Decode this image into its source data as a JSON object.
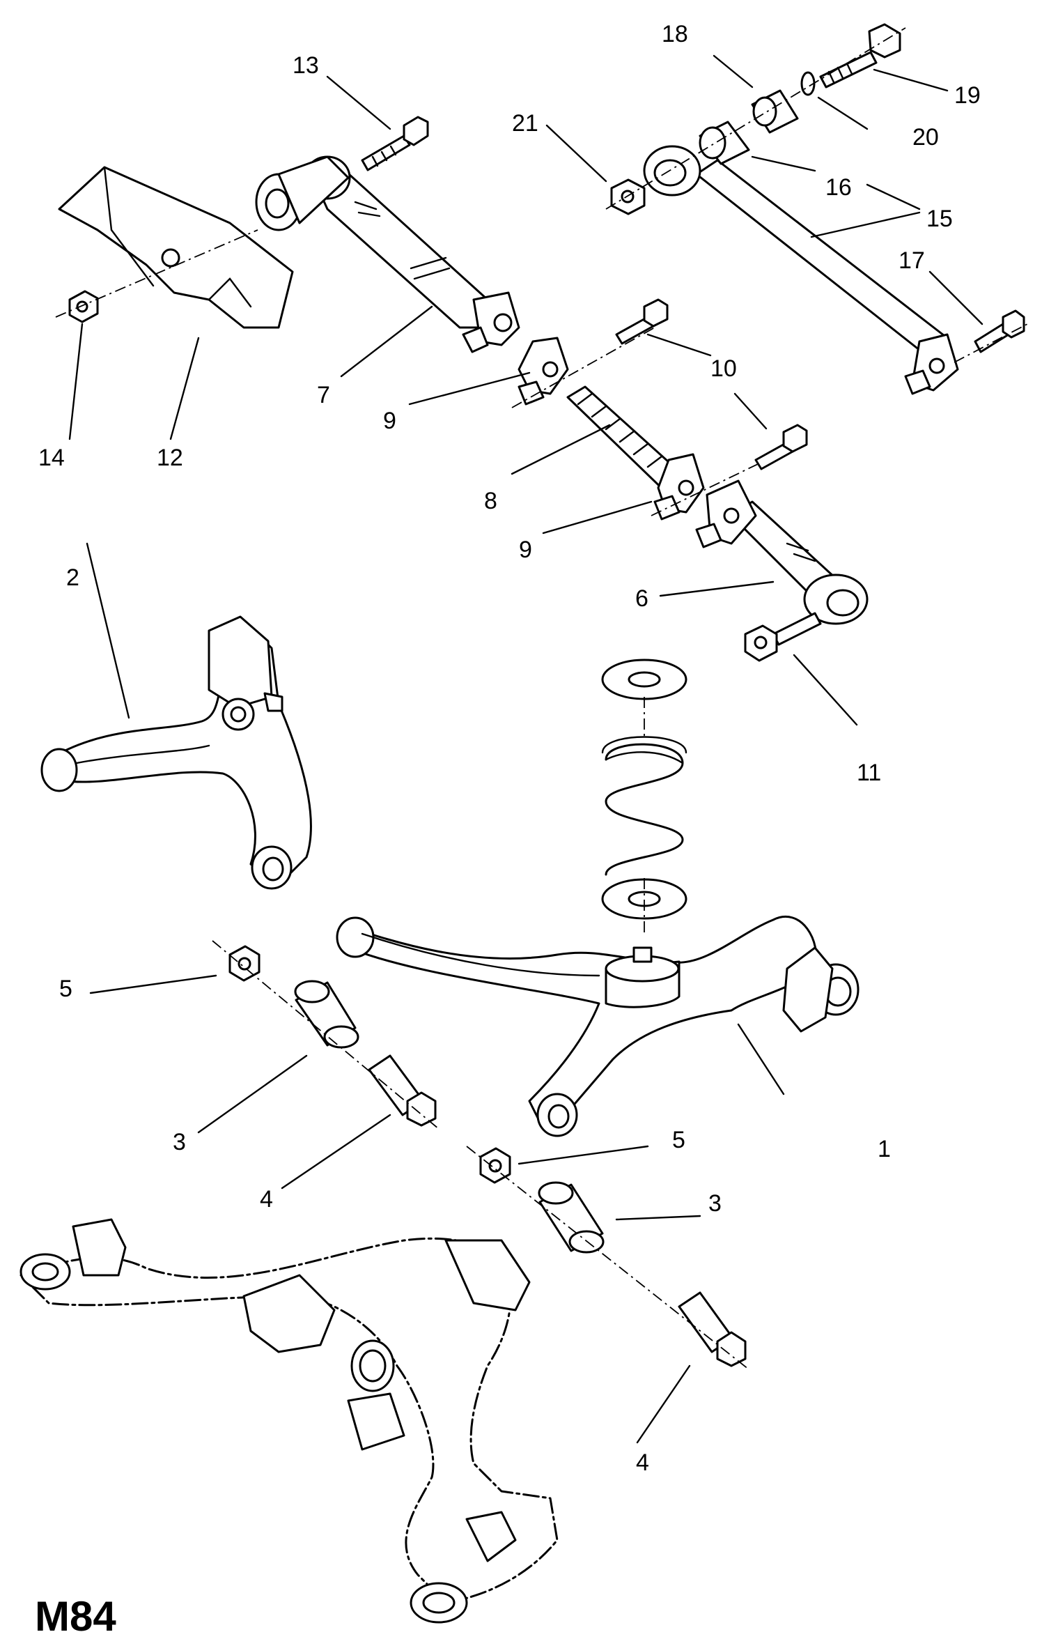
{
  "diagram": {
    "code": "M84",
    "callouts": {
      "c1": "1",
      "c2": "2",
      "c3a": "3",
      "c3b": "3",
      "c4a": "4",
      "c4b": "4",
      "c5a": "5",
      "c5b": "5",
      "c6": "6",
      "c7": "7",
      "c8": "8",
      "c9a": "9",
      "c9b": "9",
      "c10": "10",
      "c11": "11",
      "c12": "12",
      "c13": "13",
      "c14": "14",
      "c15": "15",
      "c16": "16",
      "c17": "17",
      "c18": "18",
      "c19": "19",
      "c20": "20",
      "c21": "21"
    }
  },
  "colors": {
    "ink": "#000000",
    "paper": "#ffffff"
  }
}
